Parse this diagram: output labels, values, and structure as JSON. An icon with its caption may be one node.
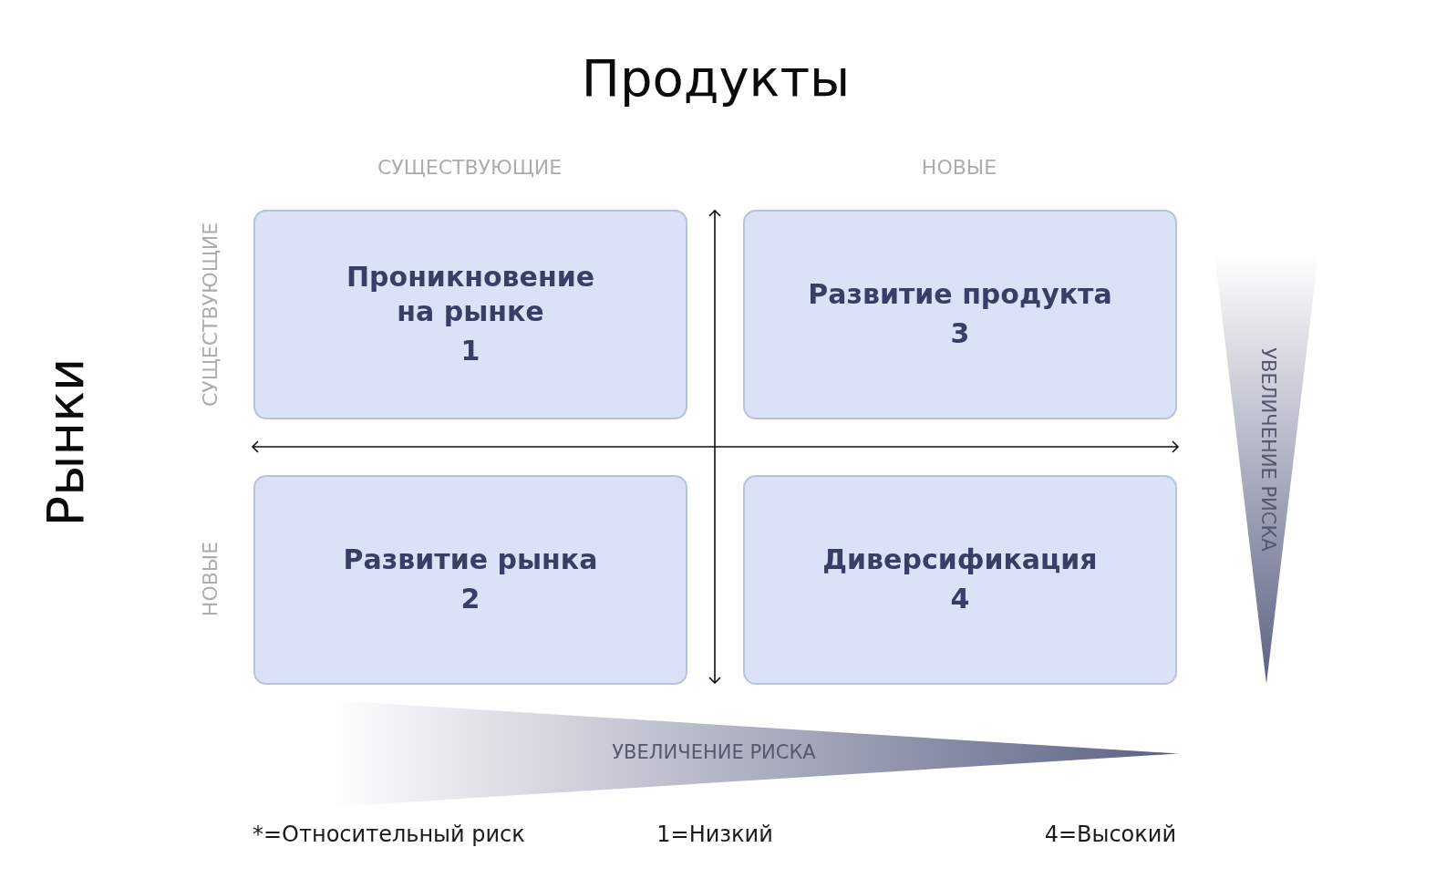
{
  "diagram": {
    "nodes": [
      {
        "text": [
          "Проникновение на рынке",
          "1"
        ]
      },
      {
        "text": [
          "Развитие продукта",
          "3"
        ]
      },
      {
        "text": [
          "Развитие рынка",
          "2"
        ]
      },
      {
        "text": [
          "Диверсификация",
          "4"
        ]
      },
      {
        "text": [
          "УВЕЛИЧЕНИЕ РИСКА"
        ]
      },
      {
        "text": [
          "УВЕЛИЧЕНИЕ РИСКА"
        ]
      }
    ],
    "labels": [
      "Продукты",
      "СУЩЕСТВУЮЩИЕ",
      "НОВЫЕ",
      "СУЩЕСТВУЮЩИЕ",
      "Рынки",
      "НОВЫЕ",
      "*=Относительный риск",
      "1=Низкий",
      "4=Высокий"
    ]
  }
}
